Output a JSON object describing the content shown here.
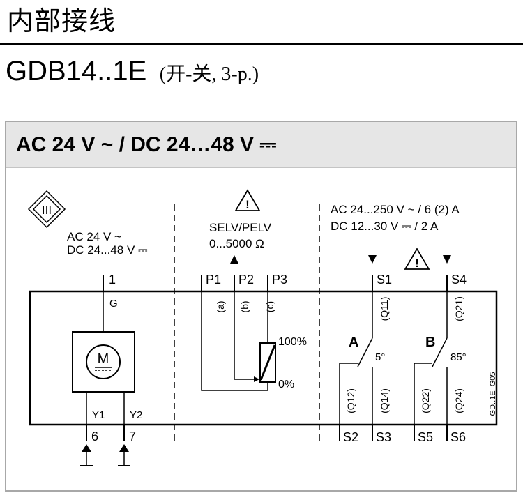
{
  "heading": "内部接线",
  "model": {
    "code": "GDB14..1E",
    "subtitle": "(开-关, 3-p.)"
  },
  "panel": {
    "title": "AC 24 V ~ / DC 24…48 V ⎓",
    "supply": {
      "class_symbol": "III",
      "ac_label": "AC 24 V ~",
      "dc_label": "DC 24...48 V ⎓",
      "terminal_top": "1",
      "terminal_g": "G",
      "motor_label": "M",
      "y1": "Y1",
      "y2": "Y2",
      "terminal_6": "6",
      "terminal_7": "7"
    },
    "potentiometer": {
      "warning": "!",
      "selv_label": "SELV/PELV",
      "range_label": "0...5000 Ω",
      "p1": "P1",
      "p2": "P2",
      "p3": "P3",
      "a": "(a)",
      "b": "(b)",
      "c": "(c)",
      "max_label": "100%",
      "min_label": "0%"
    },
    "switches": {
      "ac_rating": "AC 24...250 V ~ / 6 (2) A",
      "dc_rating": "DC 12...30 V ⎓ / 2 A",
      "warning": "!",
      "s1": "S1",
      "s4": "S4",
      "q11": "(Q11)",
      "q21": "(Q21)",
      "switch_a": "A",
      "switch_b": "B",
      "angle_a": "5°",
      "angle_b": "85°",
      "q12": "(Q12)",
      "q14": "(Q14)",
      "q22": "(Q22)",
      "q24": "(Q24)",
      "s2": "S2",
      "s3": "S3",
      "s5": "S5",
      "s6": "S6"
    },
    "figure_code": "GD..1E_G05"
  }
}
